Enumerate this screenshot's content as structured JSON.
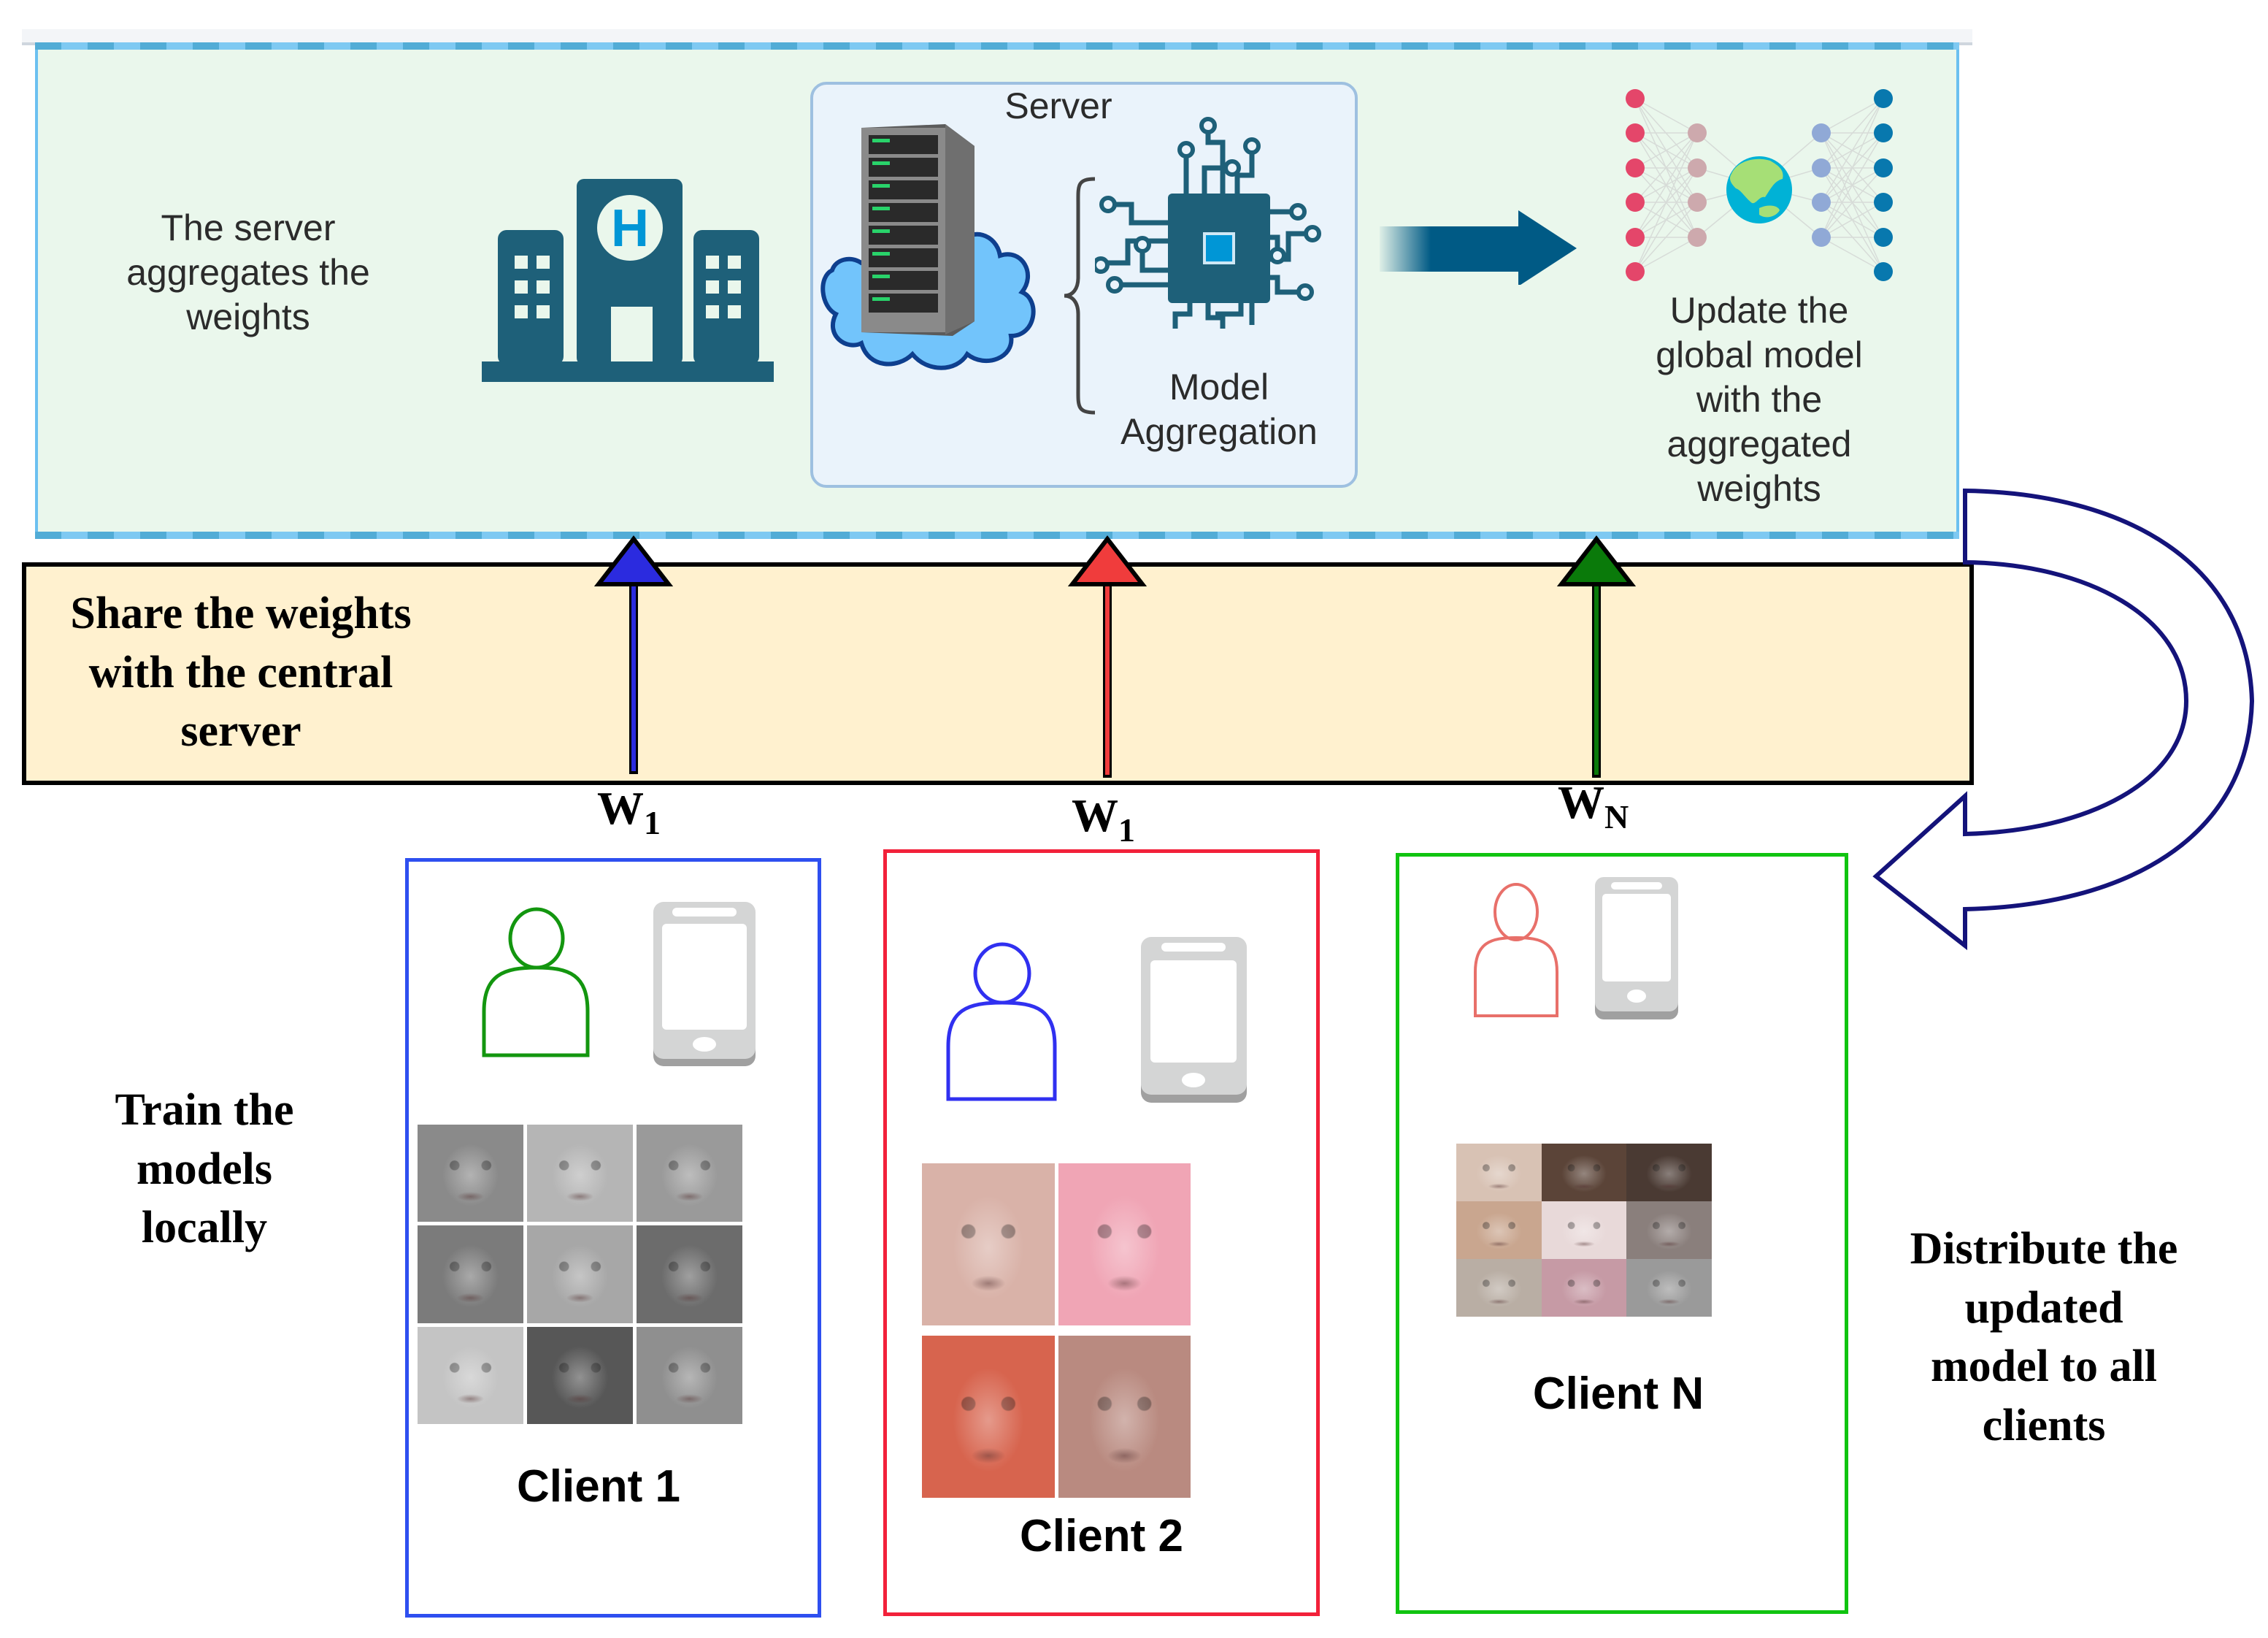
{
  "server_panel": {
    "caption": "The server aggregates the weights",
    "caption_lines": [
      "The server",
      "aggregates the",
      "weights"
    ],
    "server_box_label": "Server",
    "aggregation_label_lines": [
      "Model",
      "Aggregation"
    ],
    "update_caption_lines": [
      "Update the",
      "global model",
      "with the",
      "aggregated",
      "weights"
    ],
    "icons": [
      "hospital-icon",
      "server-rack-icon",
      "cloud-icon",
      "chip-icon",
      "arrow-right-icon",
      "neural-network-globe-icon"
    ],
    "colors": {
      "panel_bg": "#eaf7ec",
      "panel_border": "#6cc0f0",
      "icon_teal": "#1e6079",
      "accent_blue": "#0096d6"
    }
  },
  "share_band": {
    "text_lines": [
      "Share the weights",
      "with the central",
      "server"
    ],
    "bg_color": "#fff1cf"
  },
  "weight_arrows": [
    {
      "base": "W",
      "subscript": "1",
      "color": "#2b2bdf"
    },
    {
      "base": "W",
      "subscript": "1",
      "color": "#f03c3c"
    },
    {
      "base": "W",
      "subscript": "N",
      "color": "#0a7a0a"
    }
  ],
  "train_text_lines": [
    "Train the",
    "models",
    "locally"
  ],
  "distribute_text_lines": [
    "Distribute the",
    "updated",
    "model to all",
    "clients"
  ],
  "distribute_arrow_color": "#14137a",
  "clients": [
    {
      "label": "Client 1",
      "border_color": "#2e4ff0",
      "person_color": "#13960f",
      "image_count": 9,
      "image_grid": "3x3",
      "image_style": "grayscale"
    },
    {
      "label": "Client 2",
      "border_color": "#f2213a",
      "person_color": "#3030f0",
      "image_count": 4,
      "image_grid": "2x2",
      "image_style": "color"
    },
    {
      "label": "Client N",
      "border_color": "#10c410",
      "person_color": "#e8706a",
      "image_count": 9,
      "image_grid": "3x3",
      "image_style": "color"
    }
  ]
}
